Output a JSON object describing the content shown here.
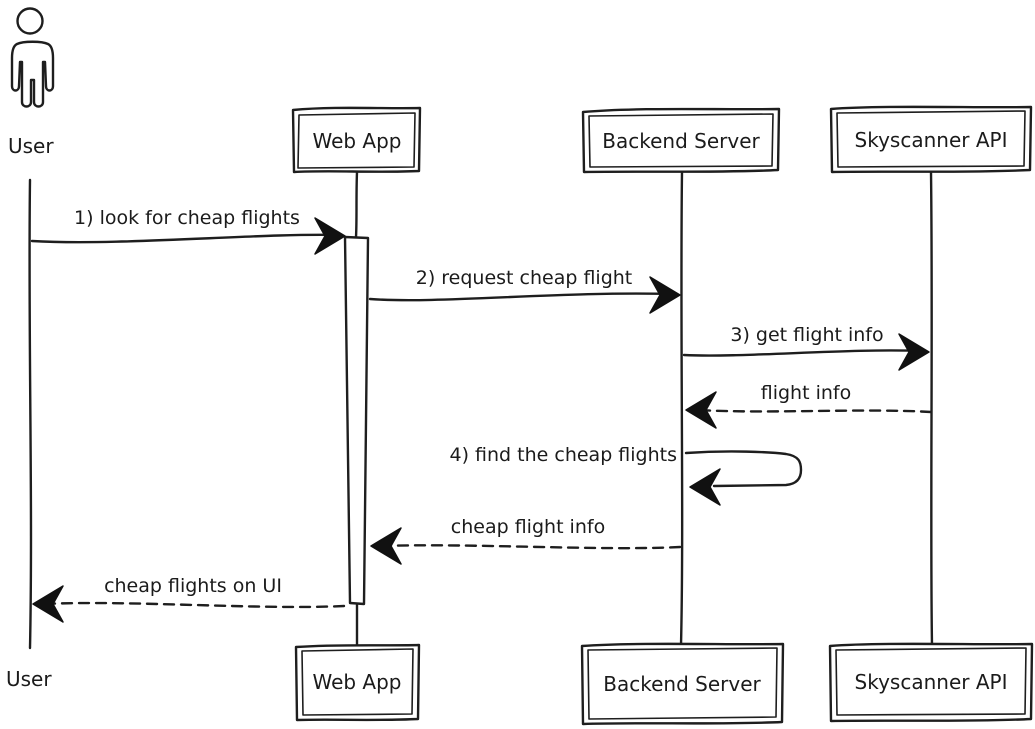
{
  "diagram": {
    "type": "sequence-diagram",
    "style": "hand-drawn",
    "colors": {
      "stroke": "#1e1e1e",
      "background": "#ffffff",
      "arrow_fill": "#111111"
    },
    "participants": [
      {
        "id": "user",
        "label": "User",
        "kind": "actor",
        "icon": "person-icon"
      },
      {
        "id": "webapp",
        "label": "Web App",
        "kind": "box"
      },
      {
        "id": "backend",
        "label": "Backend Server",
        "kind": "box"
      },
      {
        "id": "skyscanner",
        "label": "Skyscanner API",
        "kind": "box"
      }
    ],
    "messages": [
      {
        "seq": 1,
        "from": "user",
        "to": "webapp",
        "label": "1) look for cheap flights",
        "line": "solid"
      },
      {
        "seq": 2,
        "from": "webapp",
        "to": "backend",
        "label": "2) request cheap flight",
        "line": "solid"
      },
      {
        "seq": 3,
        "from": "backend",
        "to": "skyscanner",
        "label": "3) get flight info",
        "line": "solid"
      },
      {
        "seq": 4,
        "from": "skyscanner",
        "to": "backend",
        "label": "flight info",
        "line": "dashed"
      },
      {
        "seq": 5,
        "from": "backend",
        "to": "backend",
        "label": "4) find the cheap flights",
        "line": "solid-self"
      },
      {
        "seq": 6,
        "from": "backend",
        "to": "webapp",
        "label": "cheap flight info",
        "line": "dashed"
      },
      {
        "seq": 7,
        "from": "webapp",
        "to": "user",
        "label": "cheap flights on UI",
        "line": "dashed"
      }
    ]
  }
}
